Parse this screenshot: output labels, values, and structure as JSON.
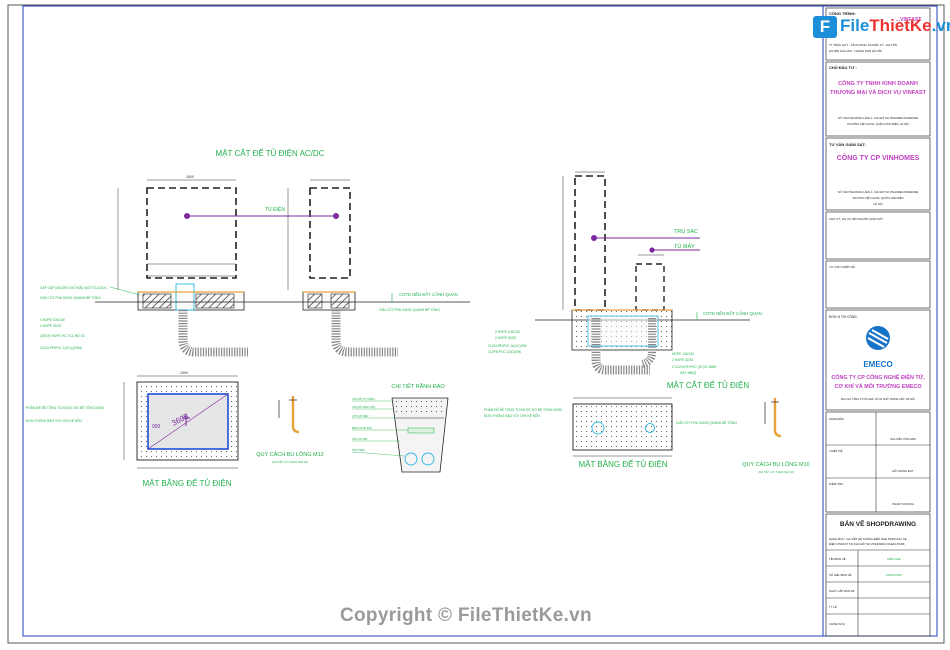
{
  "title_block": {
    "project_heading": "CÔNG TRÌNH:",
    "project_name": "...VINFAST",
    "project_address_1": "TT TRÂU QUỲ - XÃ DƯƠNG XÁ-KIÊU KỴ - ĐA TỐN",
    "project_address_2": "HUYỆN GIA LÂM - THÀNH PHỐ HÀ NỘI",
    "investor_heading": "CHỦ ĐẦU TƯ :",
    "investor_name_1": "CÔNG TY TNHH KINH DOANH",
    "investor_name_2": "THƯƠNG MẠI VÀ DỊCH VỤ VINFAST",
    "investor_address_1": "SỐ 7 ĐƯỜNG BẰNG LĂNG 1, KHU ĐÔ THỊ VINHOMES RIVERSIDE",
    "investor_address_2": "PHƯỜNG VIỆT HƯNG, QUẬN LONG BIÊN, HÀ NỘI",
    "supervisor_heading": "TƯ VẤN GIÁM SÁT:",
    "supervisor_name": "CÔNG TY CP VINHOMES",
    "supervisor_address_1": "SỐ 7 ĐƯỜNG BẰNG LĂNG 1, KHU ĐÔ THỊ VINHOMES RIVERSIDE",
    "supervisor_address_2": "PHƯỜNG VIỆT HƯNG, QUẬN LONG BIÊN",
    "supervisor_address_3": "HÀ NỘI",
    "supervisor_signature_label": "CHỮ KÝ, HỌ VÀ TÊN NGƯỜI GIÁM SÁT",
    "design_consult_label": "TƯ VẤN THIẾT KẾ:",
    "contractor_heading": "ĐƠN VỊ THI CÔNG:",
    "contractor_brand": "EMECO",
    "contractor_name_1": "CÔNG TY CP CÔNG NGHỆ ĐIỆN TỬ,",
    "contractor_name_2": "CƠ KHÍ VÀ MÔI TRƯỜNG EMECO",
    "contractor_address": "ĐỊA CHỈ: TẦNG 6 TÒA NHÀ, SỐ 22 PHỐ TRUNG LIỆT, HÀ NỘI",
    "role_manager": "GIÁM ĐỐC",
    "role_designer": "THIẾT KẾ",
    "role_checker": "KIỂM TRA",
    "person_manager": "NGUYỄN VĂN NAM",
    "person_designer": "ĐỖ THÀNH ĐẠT",
    "person_checker": "PHẠM THƯƠNG",
    "drawing_type": "BẢN VẼ SHOPDRAWING",
    "drawing_desc_1": "HẠNG MỤC: CHI TIẾT HỆ THỐNG ĐIỆN NHẸ TRẠM SẠC XE",
    "drawing_desc_2": "ĐIỆN VINFAST TẠI KHU ĐÔ THỊ VINHOMES OCEAN PARK",
    "row_1_label": "TÊN BẢN VẼ",
    "row_1_value": "ĐIỆN NHẸ",
    "row_2_label": "SỐ HIỆU BẢN VẼ",
    "row_2_value": "VINFAST/ĐN",
    "row_3_label": "NGÀY CẬP BẢN VẼ",
    "row_4_label": "TỶ LỆ",
    "row_5_label": "CHỈNH SỬA"
  },
  "drawing": {
    "section_acdc_title": "MẶT CẮT ĐẾ TỦ ĐIỆN AC/DC",
    "cabinet_label": "TỦ ĐIỆN",
    "ground_level_left": "COTE NỀN ĐẤT CẢNH QUAN",
    "ground_level_right": "COTE NỀN ĐẤT CẢNH QUAN",
    "cable_note": "CÁP CÁP NGUỒN CHỜ ĐẦU NỐI TỦ AC/DC",
    "bolt_note": "GIẢI CỐT PHA XUNG QUANH BÊ TÔNG",
    "pipe_note_1": "4 HDPE 105/130",
    "pipe_note_2": "2 HDPE 32/25",
    "pipe_note_3": "2(XXX) HDPE HC-TC1 MŨ SX",
    "pipe_note_4": "CU/XLPE/PVC 1(3C)x(3.5M)",
    "bolt_note_mid": "GIẢI CỐT PHA XUNG QUANH BÊ TÔNG",
    "trench_title": "CHI TIẾT RÃNH ĐÀO",
    "trench_layer_1": "LỚP ĐẤT TỰ NHIÊN",
    "trench_layer_2": "LỚP ĐẤT ĐẦM CHẶT",
    "trench_layer_3": "LỚP CÁT ĐỆM",
    "trench_layer_4": "BĂNG CẢNH BÁO",
    "trench_layer_5": "LỚP CÁT MỊN",
    "trench_layer_6": "ỐNG HDPE",
    "plan_left_title": "MẶT BẰNG ĐẾ TỦ ĐIỆN",
    "plan_note_left_1": "PHẦN ĐỂ BÊ TÔNG TỦ ĐƯỢC ĐỔ BÊ TÔNG M250",
    "plan_note_left_2": "ĐƠN THÔNG BÁO VỚI 10% KÊ NỀN",
    "bolt_m12_title": "QUY CÁCH BU LÔNG M12",
    "bolt_m12_sub": "(CHI TIẾT LẤY THEO NHÀ SX)",
    "section_post_right_label_1": "TRỤ SẠC",
    "section_post_right_label_2": "TỦ MÁY",
    "right_pipe_1": "2 HDPE 105/130",
    "right_pipe_2": "2 HDPE 32/25",
    "right_pipe_3": "CU/XLPE/PVC 4x(1C)X95",
    "right_pipe_4": "CU/PE/PVC 1(3C)X95",
    "right_pipe_5": "HDPE 105/130",
    "right_pipe_6": "2 HDPE 32/25",
    "right_pipe_7": "2 CU/XLPE/PVC (3C)X2.5MM",
    "right_pipe_8": "DÂY M8(2)",
    "section_post_title": "MẶT CẮT ĐẾ TỦ ĐIỆN",
    "plan_right_title": "MẶT BẰNG ĐẾ TỦ ĐIỆN",
    "plan_note_right_1": "PHẦN ĐẾ BÊ TÔNG TỦ ĐƯỢC ĐỔ BÊ TÔNG M250",
    "plan_note_right_2": "ĐƠN THÔNG BÁO VỚI 10% KÊ NỀN",
    "plan_note_right_3": "GIẢI CỐT PHA XUNG QUANH BÊ TÔNG",
    "bolt_m10_title": "QUY CÁCH BU LÔNG M10",
    "bolt_m10_sub": "(CHI TIẾT LẤY THEO NHÀ SX)",
    "slab_label": "1500",
    "slab_label_2": "3605",
    "dim_1": "1800",
    "dim_2": "900"
  },
  "watermark": "Copyright © FileThietKe.vn",
  "logo": {
    "prefix": "File",
    "main": "ThietKe",
    "suffix": ".vn"
  },
  "colors": {
    "line": "#222222",
    "green": "#22b14c",
    "purple": "#7b2a9e",
    "magenta": "#c040c0",
    "blue": "#1f4fd8",
    "cyan": "#2ab7e0",
    "orange": "#e8a23a"
  }
}
